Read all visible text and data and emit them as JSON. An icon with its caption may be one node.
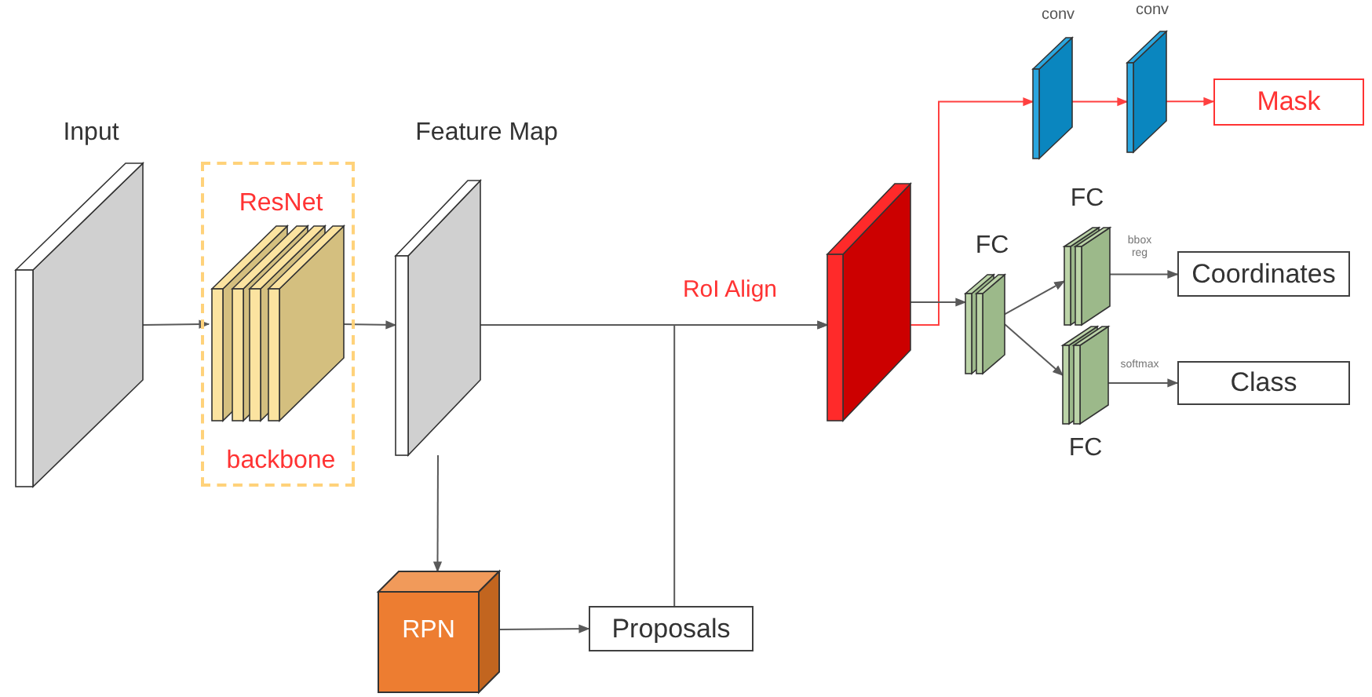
{
  "diagram": {
    "nodes": [
      {
        "text": [
          "Input"
        ]
      },
      {
        "text": [
          "ResNet",
          "backbone"
        ]
      },
      {
        "text": [],
        "shape": "picture",
        "in": 1
      },
      {
        "text": [
          "Feature Map"
        ]
      },
      {
        "text": [
          "RPN"
        ]
      },
      {
        "text": [
          "Proposals"
        ]
      },
      {
        "text": [],
        "shape": "picture"
      },
      {
        "text": [
          "conv"
        ]
      },
      {
        "text": [
          "conv"
        ]
      },
      {
        "text": [
          "Mask"
        ]
      },
      {
        "text": [
          "FC"
        ]
      },
      {
        "text": [
          "FC"
        ]
      },
      {
        "text": [
          "FC"
        ]
      },
      {
        "text": [
          "Coordinates"
        ]
      },
      {
        "text": [
          "Class"
        ]
      }
    ],
    "edges": [
      {
        "from": 0,
        "to": 2,
        "arrow": "to"
      },
      {
        "from": 2,
        "to": 3,
        "arrow": "to"
      },
      {
        "from": 3,
        "to": 6,
        "arrow": "to",
        "label": "RoI Align"
      },
      {
        "from": 3,
        "to": 4,
        "arrow": "to"
      },
      {
        "from": 4,
        "to": 5,
        "arrow": "to"
      },
      {
        "from": 5,
        "to": 6,
        "arrow": "to"
      },
      {
        "from": 6,
        "to": 7,
        "arrow": "to",
        "color": "#ff4040"
      },
      {
        "from": 7,
        "to": 8,
        "arrow": "to",
        "color": "#ff4040"
      },
      {
        "from": 8,
        "to": 9,
        "arrow": "to",
        "color": "#ff4040"
      },
      {
        "from": 6,
        "to": 10,
        "arrow": "to"
      },
      {
        "from": 10,
        "to": 11,
        "arrow": "to"
      },
      {
        "from": 10,
        "to": 12,
        "arrow": "to"
      },
      {
        "from": 11,
        "to": 13,
        "arrow": "to",
        "label": "bbox reg"
      },
      {
        "from": 12,
        "to": 14,
        "arrow": "to",
        "label": "softmax"
      }
    ]
  }
}
